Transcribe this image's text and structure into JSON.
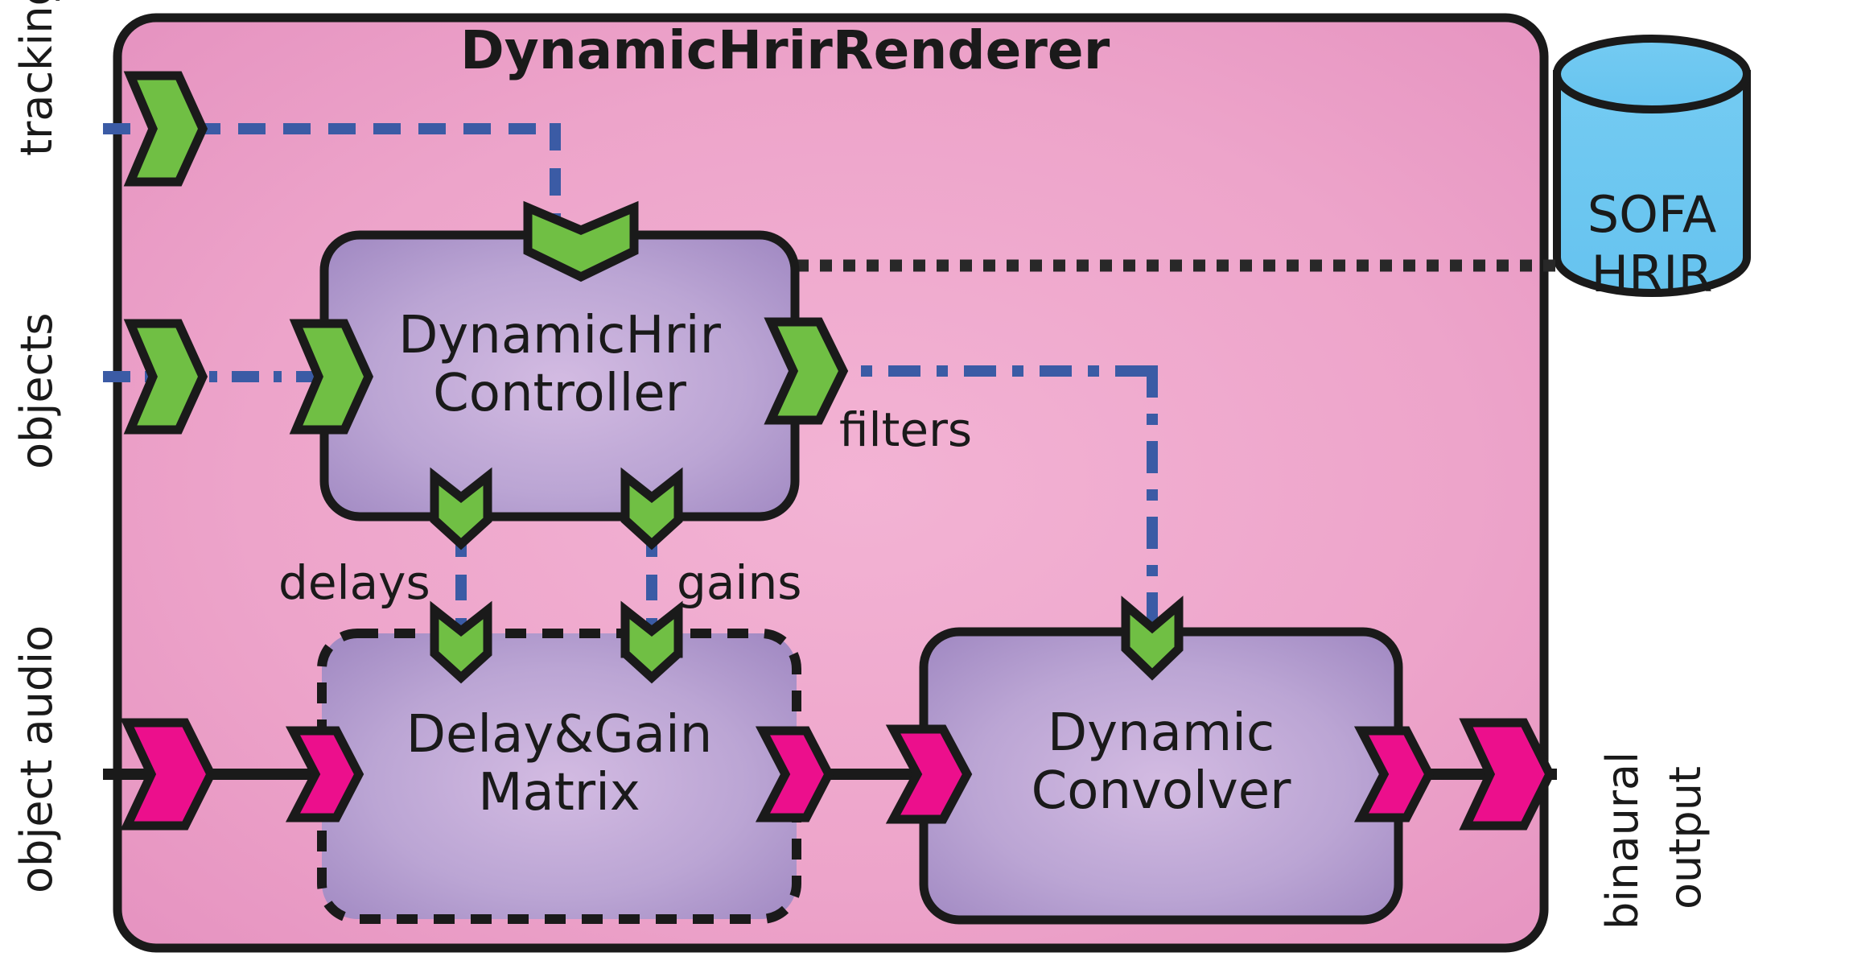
{
  "diagram": {
    "title": "DynamicHrirRenderer",
    "colors": {
      "outer_fill_light": "#f0a9cd",
      "outer_fill_dark": "#e793c0",
      "block_fill_light": "#cdb4de",
      "block_fill_dark": "#a38cc4",
      "database_fill": "#6ec8f0",
      "port_green": "#70bf44",
      "port_magenta": "#ec0f8c",
      "signal_blue": "#3b5ba5",
      "stroke_black": "#1a1a1a"
    },
    "external_labels": [
      {
        "name": "tracking-label",
        "text": "tracking",
        "side": "left"
      },
      {
        "name": "objects-label",
        "text": "objects",
        "side": "left"
      },
      {
        "name": "object-audio-label",
        "text": "object audio",
        "side": "left"
      },
      {
        "name": "binaural-label",
        "text": "binaural",
        "side": "right"
      },
      {
        "name": "output-label",
        "text": "output",
        "side": "right"
      }
    ],
    "blocks": [
      {
        "name": "dynamic-hrir-controller",
        "label": "DynamicHrir\nController",
        "border": "solid"
      },
      {
        "name": "delay-gain-matrix",
        "label": "Delay&Gain\nMatrix",
        "border": "dashed"
      },
      {
        "name": "dynamic-convolver",
        "label": "Dynamic\nConvolver",
        "border": "solid"
      }
    ],
    "database": {
      "name": "sofa-hrir-database",
      "label_line1": "SOFA",
      "label_line2": "HRIR"
    },
    "connection_labels": [
      {
        "name": "filters-label",
        "text": "filters"
      },
      {
        "name": "delays-label",
        "text": "delays"
      },
      {
        "name": "gains-label",
        "text": "gains"
      }
    ]
  }
}
